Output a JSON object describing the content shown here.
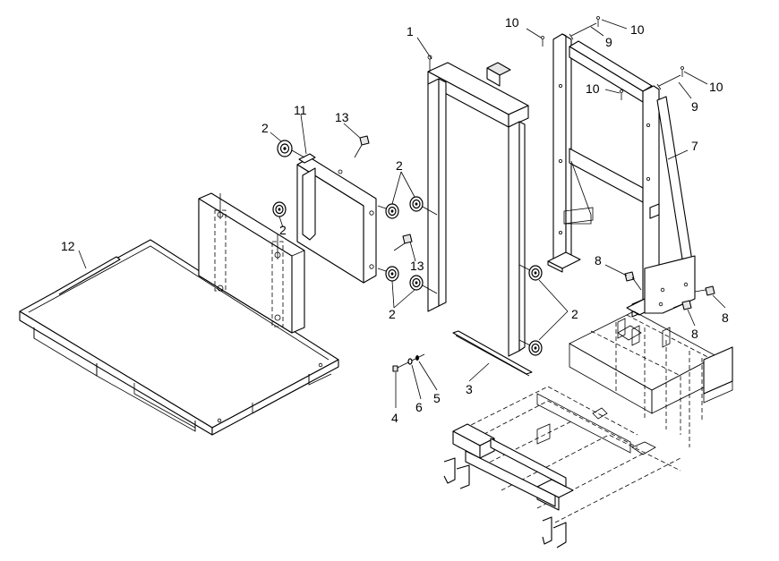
{
  "figure": {
    "type": "exploded-parts-diagram",
    "line_color": "#000000",
    "background": "#ffffff"
  },
  "callouts": {
    "c1": "1",
    "c2a": "2",
    "c2b": "2",
    "c2c": "2",
    "c2d": "2",
    "c2e": "2",
    "c3": "3",
    "c4": "4",
    "c5": "5",
    "c6": "6",
    "c7": "7",
    "c8a": "8",
    "c8b": "8",
    "c8c": "8",
    "c9a": "9",
    "c9b": "9",
    "c10a": "10",
    "c10b": "10",
    "c10c": "10",
    "c10d": "10",
    "c11": "11",
    "c12": "12",
    "c13a": "13",
    "c13b": "13"
  }
}
